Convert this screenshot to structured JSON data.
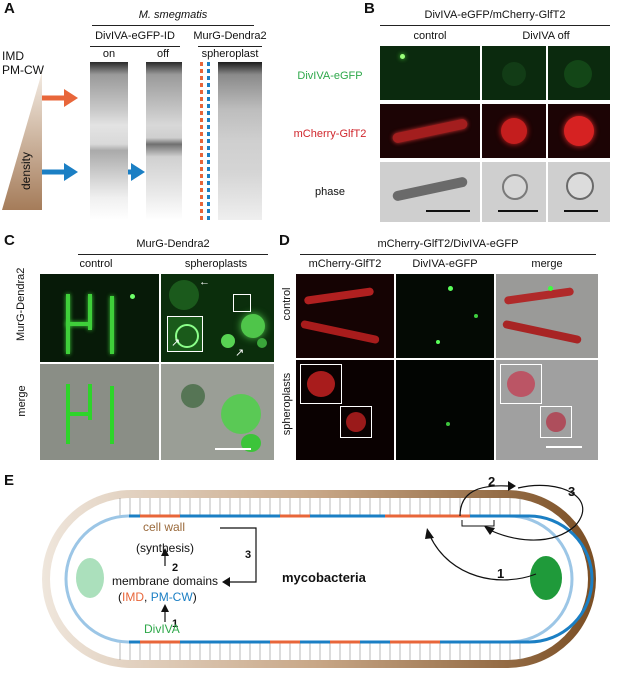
{
  "panels": {
    "a": "A",
    "b": "B",
    "c": "C",
    "d": "D",
    "e": "E"
  },
  "panelA": {
    "organism": "M. smegmatis",
    "group1": "DivIVA-eGFP-ID",
    "group2": "MurG-Dendra2",
    "on": "on",
    "off": "off",
    "spheroplast": "spheroplast",
    "imd": "IMD",
    "pmcw": "PM-CW",
    "density": "density",
    "colors": {
      "imd": "#e8663a",
      "pmcw": "#1b7fc4",
      "density": "#b89a7e"
    }
  },
  "panelB": {
    "title": "DivIVA-eGFP/mCherry-GlfT2",
    "control": "control",
    "divoff": "DivIVA off",
    "rows": [
      "DivIVA-eGFP",
      "mCherry-GlfT2",
      "phase"
    ]
  },
  "panelC": {
    "title": "MurG-Dendra2",
    "control": "control",
    "spheroplasts": "spheroplasts",
    "rowTop": "MurG-Dendra2",
    "rowBottom": "merge"
  },
  "panelD": {
    "title": "mCherry-GlfT2/DivIVA-eGFP",
    "cols": [
      "mCherry-GlfT2",
      "DivIVA-eGFP",
      "merge"
    ],
    "rows": [
      "control",
      "spheroplasts"
    ]
  },
  "panelE": {
    "cellwall": "cell wall",
    "synthesis": "(synthesis)",
    "membrane": "membrane domains",
    "paren_open": "(",
    "imd": "IMD",
    "comma": ",",
    "pmcw": "PM-CW",
    "paren_close": ")",
    "diviva": "DivIVA",
    "mycobacteria": "mycobacteria",
    "n1": "1",
    "n2": "2",
    "n3": "3",
    "colors": {
      "cellwall": "#9a6a3c",
      "imd": "#e8663a",
      "pmcw": "#1b7fc4",
      "diviva": "#2ea84a"
    }
  }
}
